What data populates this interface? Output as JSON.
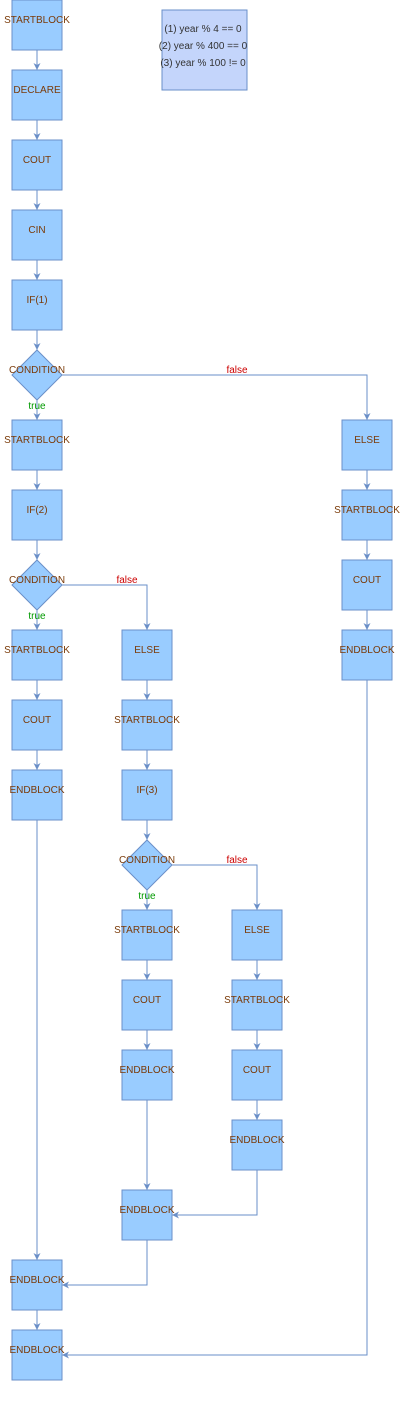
{
  "note": {
    "lines": [
      "(1) year % 4 == 0",
      "(2) year % 400 == 0",
      "(3) year % 100 != 0"
    ]
  },
  "colors": {
    "block_fill": "#99ccff",
    "block_stroke": "#6a8fc8",
    "note_fill": "#c4d5fb",
    "label_text": "#7a3a08",
    "true_label": "#009900",
    "false_label": "#cc0000"
  },
  "nodes": {
    "n1": "STARTBLOCK",
    "n2": "DECLARE",
    "n3": "COUT",
    "n4": "CIN",
    "n5": "IF(1)",
    "c1": "CONDITION",
    "n6": "STARTBLOCK",
    "n7": "IF(2)",
    "c2": "CONDITION",
    "n8": "STARTBLOCK",
    "n9": "COUT",
    "n10": "ENDBLOCK",
    "e2": "ELSE",
    "n11": "STARTBLOCK",
    "n12": "IF(3)",
    "c3": "CONDITION",
    "n13": "STARTBLOCK",
    "n14": "COUT",
    "n15": "ENDBLOCK",
    "e3": "ELSE",
    "n16": "STARTBLOCK",
    "n17": "COUT",
    "n18": "ENDBLOCK",
    "n19": "ENDBLOCK",
    "n20": "ENDBLOCK",
    "n21": "ENDBLOCK",
    "e1": "ELSE",
    "n22": "STARTBLOCK",
    "n23": "COUT",
    "n24": "ENDBLOCK"
  },
  "edge_labels": {
    "c1_true": "true",
    "c1_false": "false",
    "c2_true": "true",
    "c2_false": "false",
    "c3_true": "true",
    "c3_false": "false"
  }
}
